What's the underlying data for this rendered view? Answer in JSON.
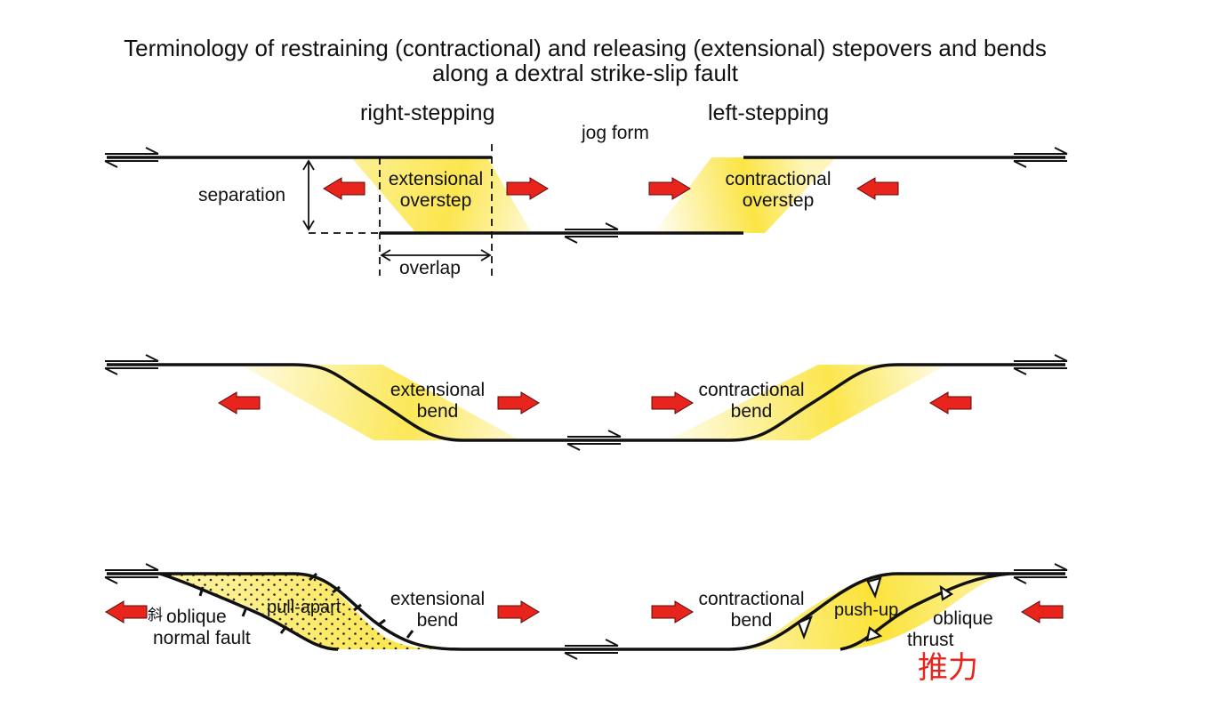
{
  "title": {
    "line1": "Terminology of restraining (contractional) and releasing (extensional) stepovers and bends",
    "line2": "along a dextral strike-slip fault"
  },
  "headers": {
    "right_stepping": "right-stepping",
    "left_stepping": "left-stepping",
    "jog_form": "jog form"
  },
  "row1": {
    "separation": "separation",
    "overlap": "overlap",
    "extensional_overstep": [
      "extensional",
      "overstep"
    ],
    "contractional_overstep": [
      "contractional",
      "overstep"
    ]
  },
  "row2": {
    "extensional_bend": [
      "extensional",
      "bend"
    ],
    "contractional_bend": [
      "contractional",
      "bend"
    ]
  },
  "row3": {
    "oblique_normal_fault": [
      "oblique",
      "normal fault"
    ],
    "oblique_normal_fault_annotation": "斜",
    "pull_apart": "pull-apart",
    "extensional_bend": [
      "extensional",
      "bend"
    ],
    "contractional_bend": [
      "contractional",
      "bend"
    ],
    "push_up": "push-up",
    "oblique_thrust": [
      "oblique",
      "thrust"
    ],
    "thrust_annotation": "推力"
  },
  "colors": {
    "fault_line": "#111111",
    "arrow_fill": "#e8241c",
    "zone_fill": "#fbe33a",
    "annotation": "#e8241c"
  },
  "icons": [
    "dextral-shear-arrow-icon",
    "red-block-arrow-icon",
    "thrust-tooth-icon",
    "normal-fault-tick-icon"
  ]
}
